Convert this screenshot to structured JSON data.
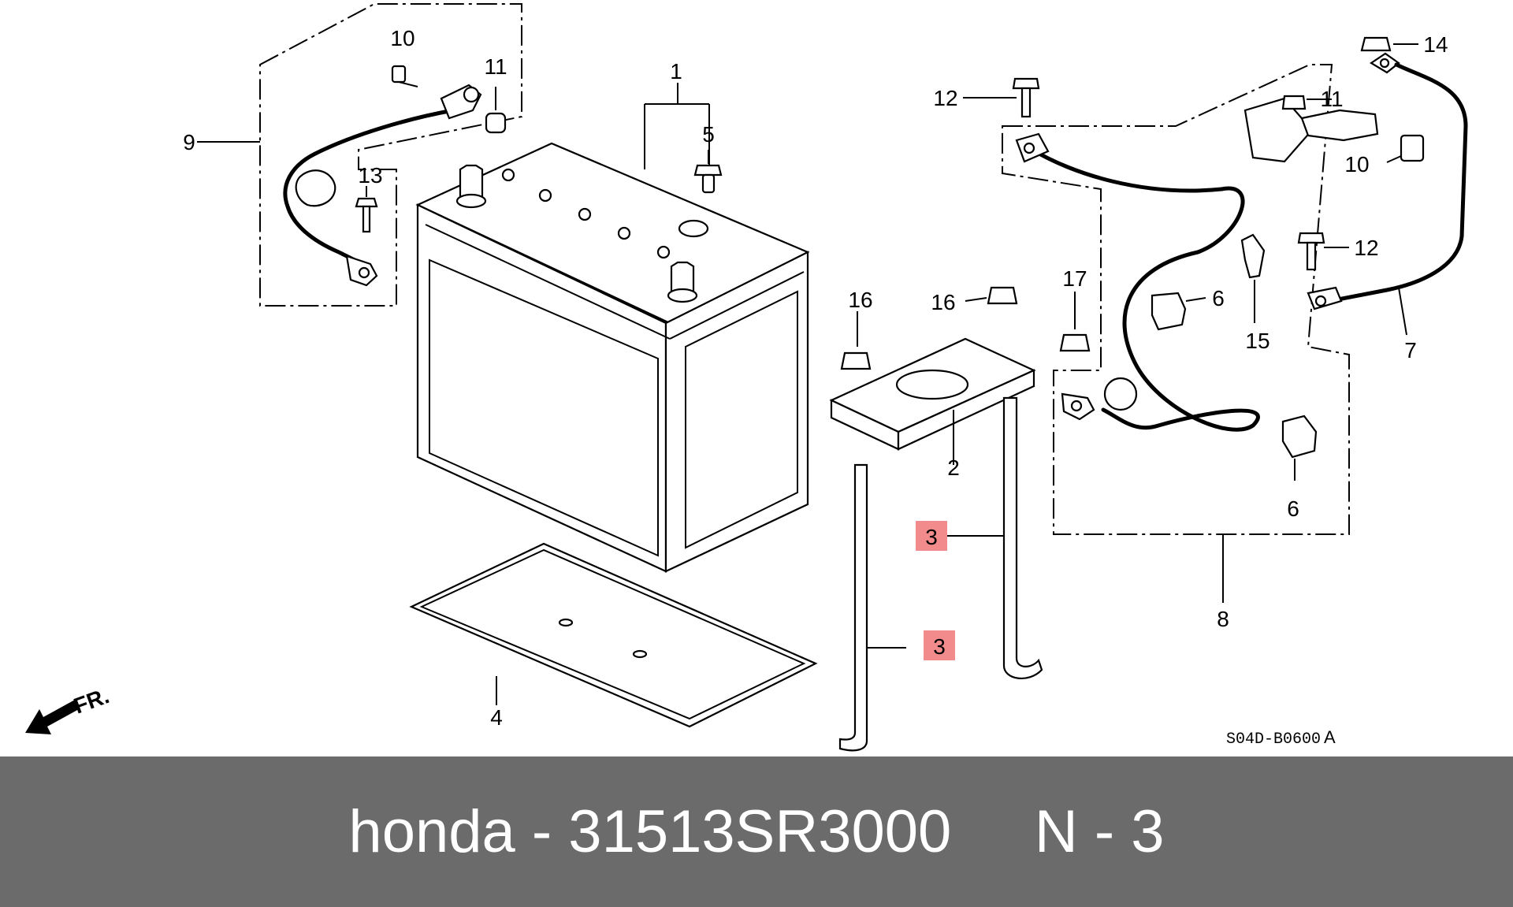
{
  "diagram": {
    "code": "S04D-B0600",
    "revision": "A",
    "direction": "FR.",
    "highlight_color": "#f28b8b",
    "labels": {
      "l1": "1",
      "l2": "2",
      "l3a": "3",
      "l3b": "3",
      "l4": "4",
      "l5": "5",
      "l6a": "6",
      "l6b": "6",
      "l7": "7",
      "l8": "8",
      "l9": "9",
      "l10a": "10",
      "l10b": "10",
      "l11a": "11",
      "l11b": "11",
      "l12a": "12",
      "l12b": "12",
      "l13": "13",
      "l14": "14",
      "l15": "15",
      "l16a": "16",
      "l16b": "16",
      "l17": "17"
    }
  },
  "footer": {
    "text": "honda - 31513SR3000     N - 3",
    "background": "#6b6b6b"
  }
}
